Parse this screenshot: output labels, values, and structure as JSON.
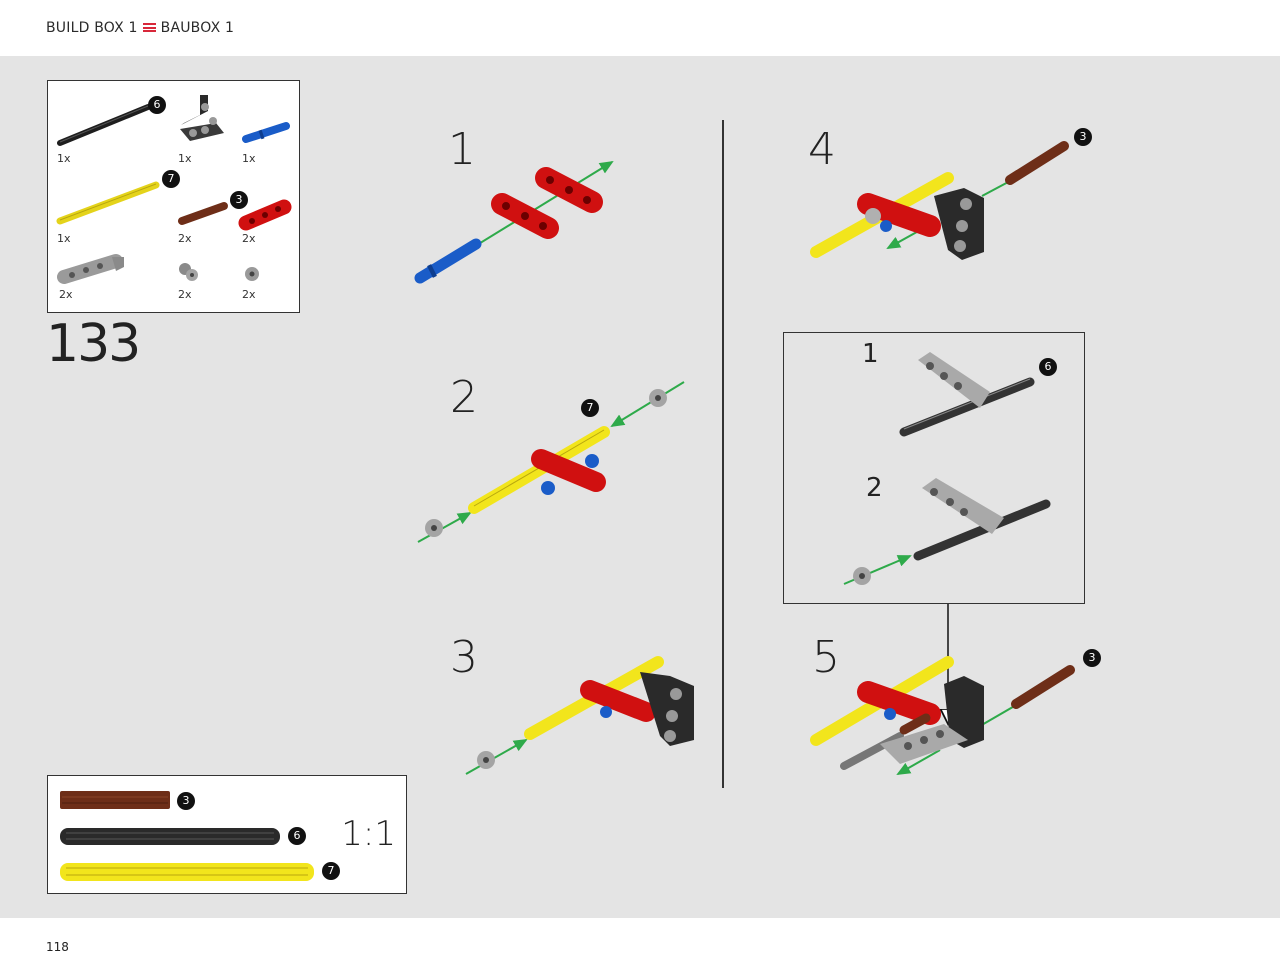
{
  "header": {
    "set_en": "BUILD BOX 1",
    "set_de": "BAUBOX 1"
  },
  "page": {
    "number": "118"
  },
  "main_step": "133",
  "parts_list": [
    {
      "name": "black-axle",
      "qty": "1x",
      "badge": "6"
    },
    {
      "name": "black-beam",
      "qty": "1x"
    },
    {
      "name": "blue-pin",
      "qty": "1x"
    },
    {
      "name": "yellow-axle",
      "qty": "1x",
      "badge": "7"
    },
    {
      "name": "brown-axle",
      "qty": "2x",
      "badge": "3"
    },
    {
      "name": "red-beam",
      "qty": "2x"
    },
    {
      "name": "grey-beam",
      "qty": "2x"
    },
    {
      "name": "bush",
      "qty": "2x"
    },
    {
      "name": "bush-half",
      "qty": "2x"
    }
  ],
  "substeps": [
    "1",
    "2",
    "3",
    "4",
    "5"
  ],
  "callout": {
    "steps": [
      "1",
      "2"
    ],
    "badge": "6"
  },
  "badges": {
    "step2": "7",
    "step4": "3",
    "step5": "3"
  },
  "scale": {
    "label": "1:1",
    "items": [
      {
        "name": "brown-axle",
        "badge": "3",
        "color": "#6e2e18"
      },
      {
        "name": "black-axle",
        "badge": "6",
        "color": "#2a2a2a"
      },
      {
        "name": "yellow-axle",
        "badge": "7",
        "color": "#f2e51c"
      }
    ]
  },
  "colors": {
    "accent": "#d8283a",
    "arrow": "#2eaa4a",
    "red_part": "#d01010",
    "yellow_part": "#f2e51c",
    "blue_part": "#1a5cc8"
  }
}
